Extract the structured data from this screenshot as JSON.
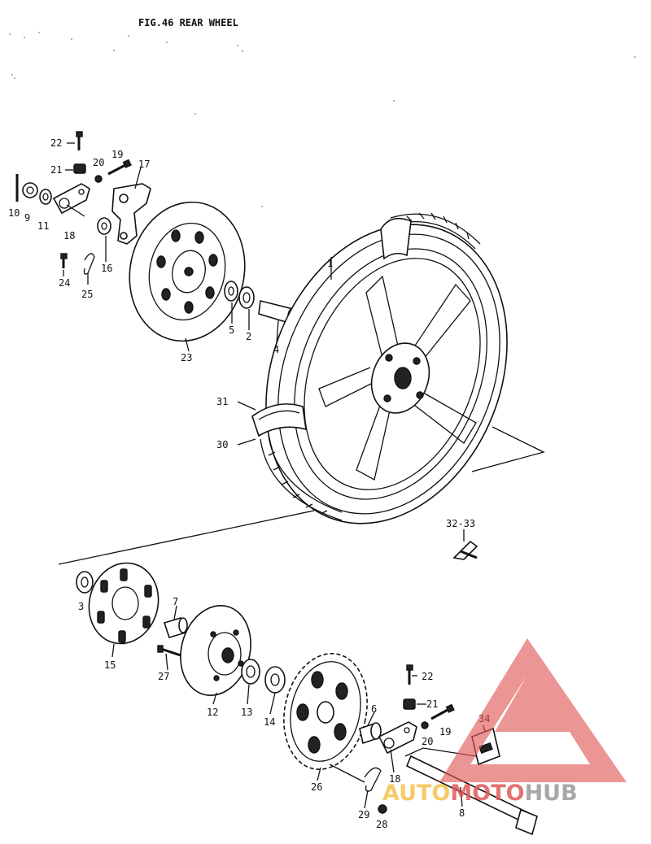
{
  "figure": {
    "title": "FIG.46  REAR WHEEL"
  },
  "callouts": [
    {
      "id": "c22a",
      "text": "22"
    },
    {
      "id": "c21a",
      "text": "21"
    },
    {
      "id": "c20a",
      "text": "20"
    },
    {
      "id": "c19a",
      "text": "19"
    },
    {
      "id": "c17",
      "text": "17"
    },
    {
      "id": "c10",
      "text": "10"
    },
    {
      "id": "c9",
      "text": "9"
    },
    {
      "id": "c11",
      "text": "11"
    },
    {
      "id": "c18a",
      "text": "18"
    },
    {
      "id": "c16",
      "text": "16"
    },
    {
      "id": "c24",
      "text": "24"
    },
    {
      "id": "c25",
      "text": "25"
    },
    {
      "id": "c23",
      "text": "23"
    },
    {
      "id": "c5",
      "text": "5"
    },
    {
      "id": "c2",
      "text": "2"
    },
    {
      "id": "c4",
      "text": "4"
    },
    {
      "id": "c1",
      "text": "1"
    },
    {
      "id": "c31",
      "text": "31"
    },
    {
      "id": "c30",
      "text": "30"
    },
    {
      "id": "c3233",
      "text": "32-33"
    },
    {
      "id": "c3",
      "text": "3"
    },
    {
      "id": "c7",
      "text": "7"
    },
    {
      "id": "c15",
      "text": "15"
    },
    {
      "id": "c27",
      "text": "27"
    },
    {
      "id": "c12",
      "text": "12"
    },
    {
      "id": "c13",
      "text": "13"
    },
    {
      "id": "c14",
      "text": "14"
    },
    {
      "id": "c26",
      "text": "26"
    },
    {
      "id": "c22b",
      "text": "22"
    },
    {
      "id": "c21b",
      "text": "21"
    },
    {
      "id": "c6",
      "text": "6"
    },
    {
      "id": "c20b",
      "text": "20"
    },
    {
      "id": "c19b",
      "text": "19"
    },
    {
      "id": "c18b",
      "text": "18"
    },
    {
      "id": "c34",
      "text": "34"
    },
    {
      "id": "c29",
      "text": "29"
    },
    {
      "id": "c28",
      "text": "28"
    },
    {
      "id": "c8",
      "text": "8"
    }
  ],
  "watermark": {
    "part1": "AUTO",
    "part2": "MOTO",
    "part3": "HUB",
    "colors": {
      "yellow": "#f3c24c",
      "red": "#e05a5a",
      "grey": "#999999"
    }
  }
}
